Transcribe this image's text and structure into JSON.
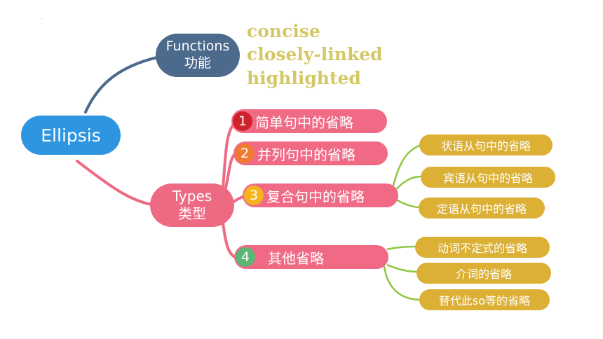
{
  "root": {
    "label": "Ellipsis"
  },
  "functions": {
    "label_en": "Functions",
    "label_zh": "功能",
    "keywords": [
      "concise",
      "closely-linked",
      "highlighted"
    ]
  },
  "types": {
    "label_en": "Types",
    "label_zh": "类型",
    "categories": [
      {
        "num": "1",
        "label": "简单句中的省略",
        "badge_color": "#d0222c",
        "children": []
      },
      {
        "num": "2",
        "label": "并列句中的省略",
        "badge_color": "#f07a30",
        "children": []
      },
      {
        "num": "3",
        "label": "复合句中的省略",
        "badge_color": "#f5b41e",
        "children": [
          "状语从句中的省略",
          "宾语从句中的省略",
          "定语从句中的省略"
        ]
      },
      {
        "num": "4",
        "label": "其他省略",
        "badge_color": "#5bb676",
        "children": [
          "动词不定式的省略",
          "介词的省略",
          "替代此so等的省略"
        ]
      }
    ]
  },
  "colors": {
    "root": "#2e95e0",
    "functions": "#4c6a8c",
    "types": "#ee6a82",
    "keyword_text": "#d4c866",
    "subnode": "#dbb035",
    "link_functions": "#4c6a8c",
    "link_types": "#ee6a82",
    "link_sub": "#8cc63f"
  }
}
